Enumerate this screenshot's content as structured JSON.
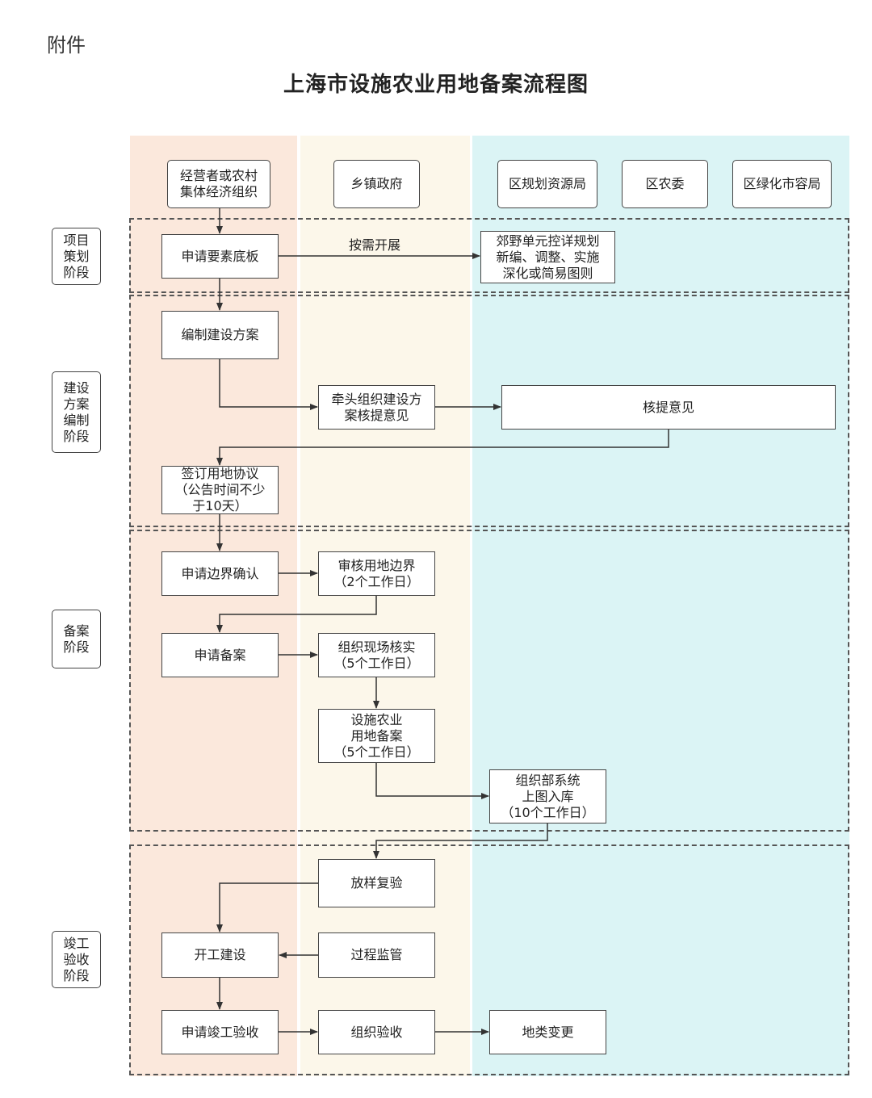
{
  "header": {
    "attachment": "附件",
    "title": "上海市设施农业用地备案流程图"
  },
  "lanes": {
    "operator": "经营者或农村\n集体经济组织",
    "town_gov": "乡镇政府",
    "planning_bureau": "区规划资源局",
    "agri_committee": "区农委",
    "greening_bureau": "区绿化市容局"
  },
  "stages": {
    "project_planning": "项目\n策划\n阶段",
    "design_compilation": "建设\n方案\n编制\n阶段",
    "filing": "备案\n阶段",
    "completion_acceptance": "竣工\n验收\n阶段"
  },
  "nodes": {
    "apply_base_map": "申请要素底板",
    "rural_unit_plan": "郊野单元控详规划\n新编、调整、实施\n深化或简易图则",
    "compile_plan": "编制建设方案",
    "lead_review": "牵头组织建设方\n案核提意见",
    "review_opinion": "核提意见",
    "sign_agreement": "签订用地协议\n（公告时间不少\n于10天）",
    "apply_boundary": "申请边界确认",
    "review_boundary": "审核用地边界\n（2个工作日）",
    "apply_filing": "申请备案",
    "site_check": "组织现场核实\n（5个工作日）",
    "facility_filing": "设施农业\n用地备案\n（5个工作日）",
    "system_entry": "组织部系统\n上图入库\n（10个工作日）",
    "setout_check": "放样复验",
    "start_construction": "开工建设",
    "process_supervision": "过程监管",
    "apply_acceptance": "申请竣工验收",
    "organize_acceptance": "组织验收",
    "land_type_change": "地类变更"
  },
  "edge_labels": {
    "on_demand": "按需开展"
  }
}
